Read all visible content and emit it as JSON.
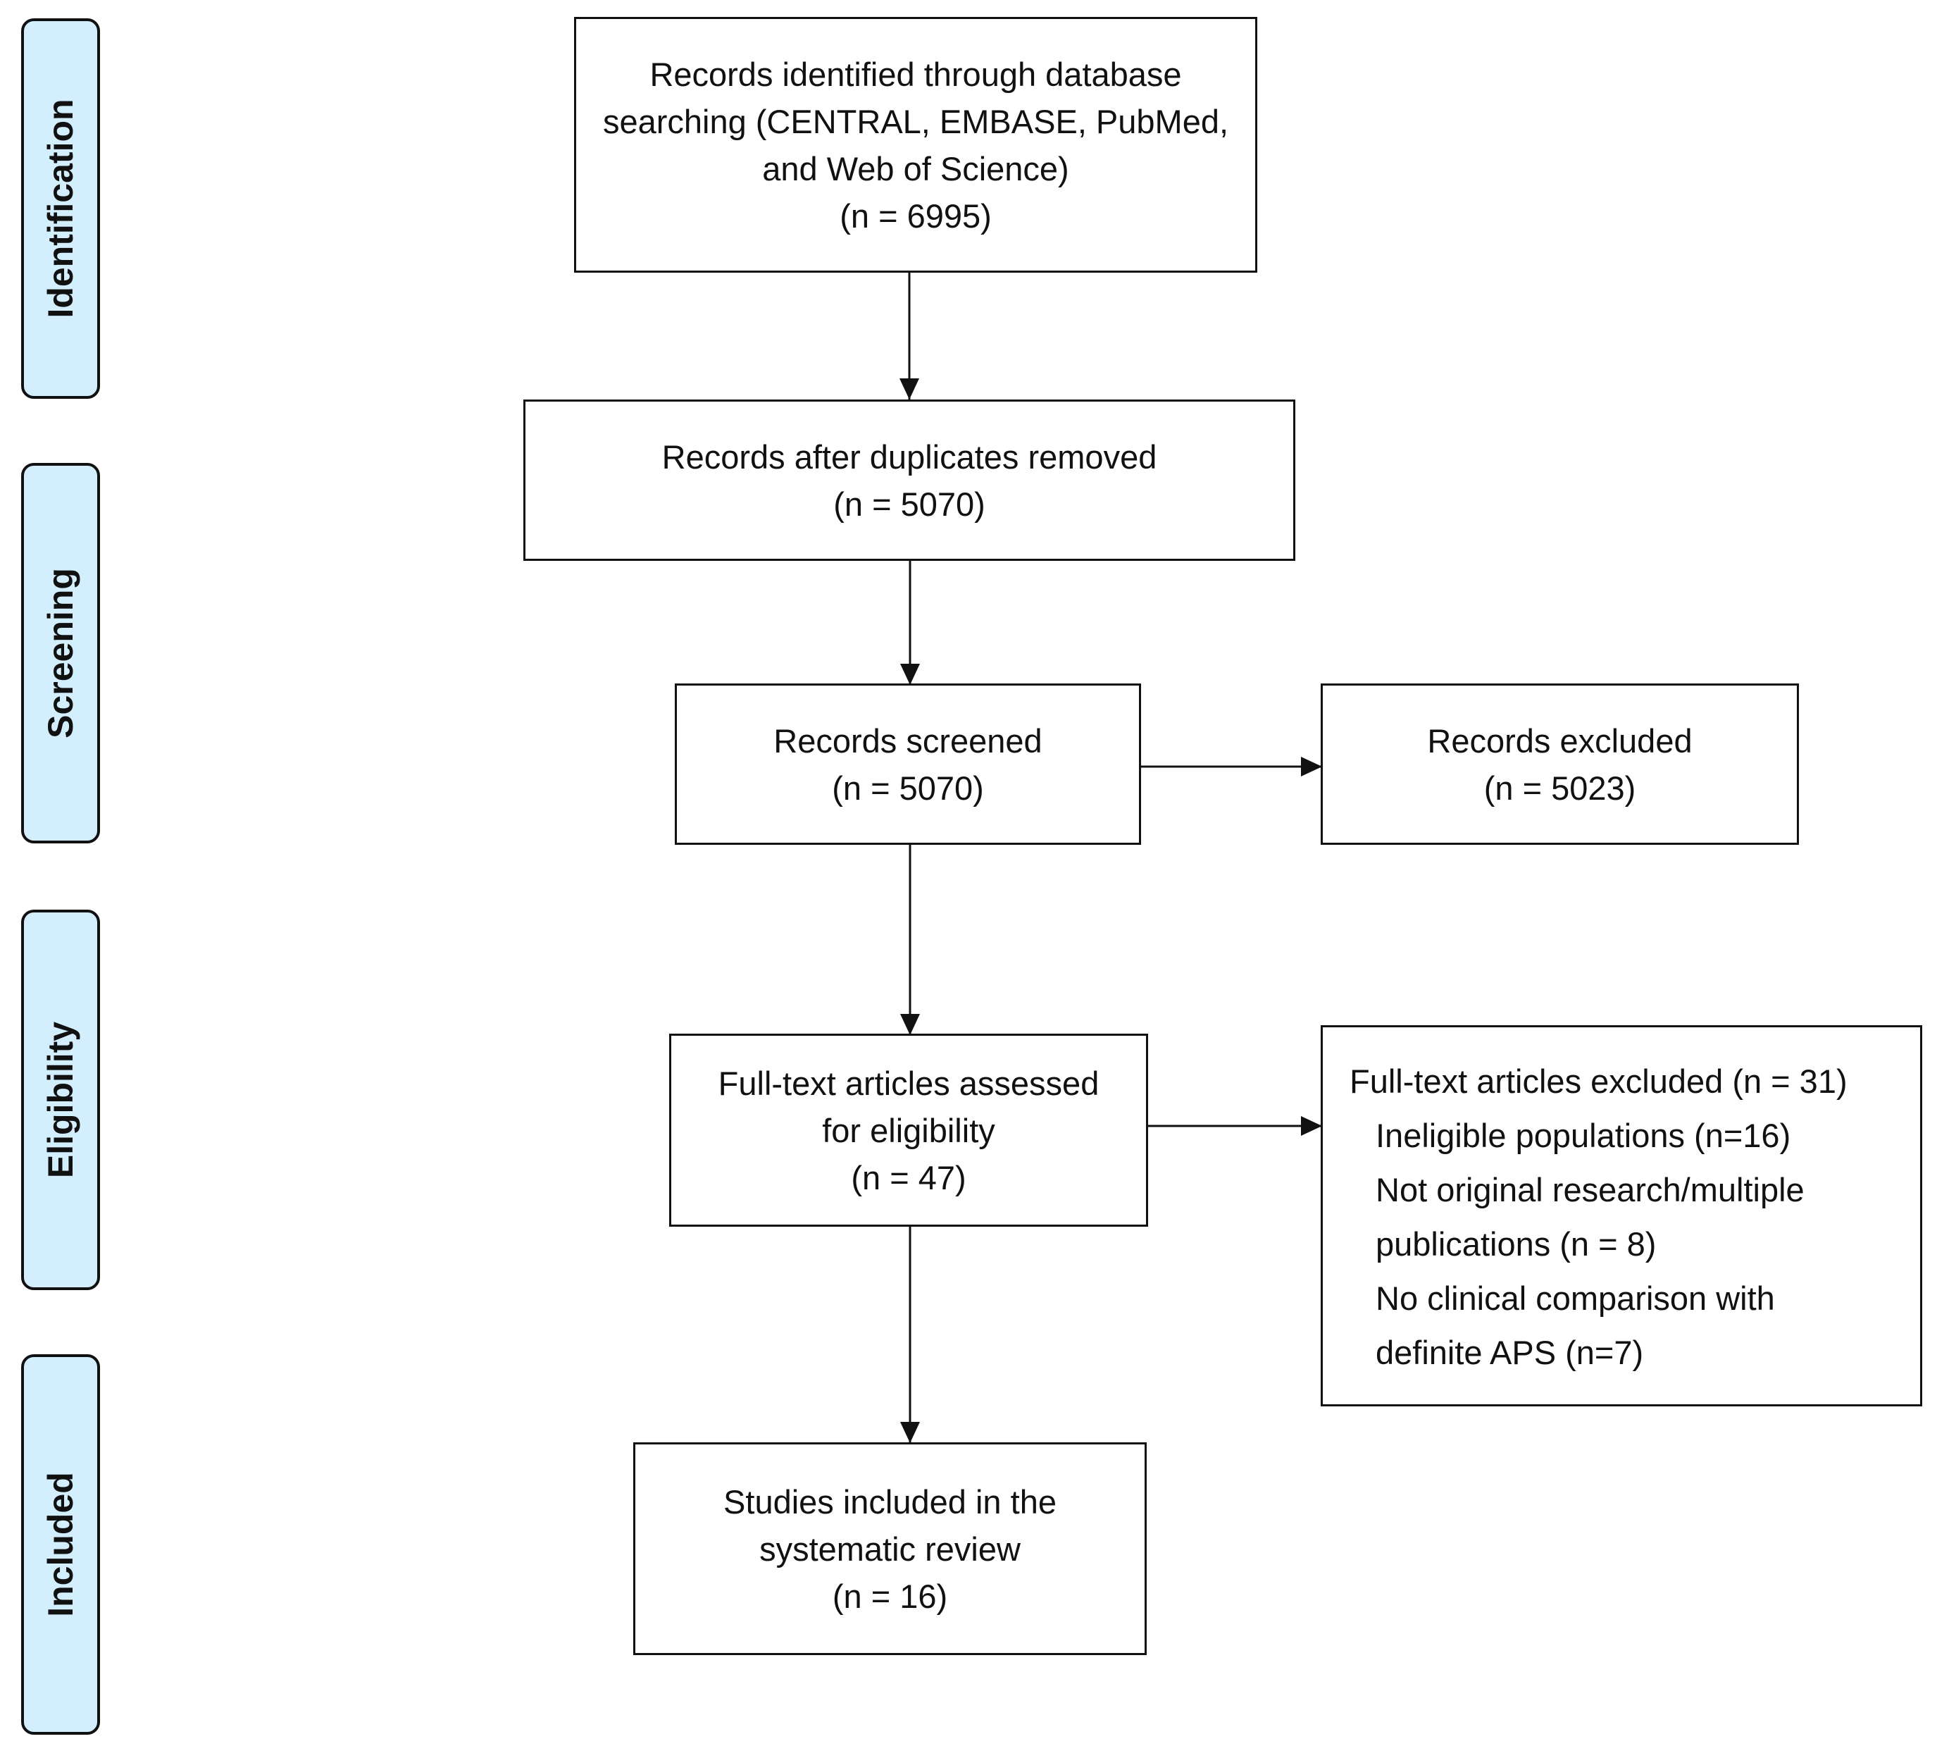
{
  "phases": {
    "identification": "Identification",
    "screening": "Screening",
    "eligibility": "Eligibility",
    "included": "Included"
  },
  "boxes": {
    "identified": {
      "line1": "Records identified through database",
      "line2": "searching (CENTRAL, EMBASE, PubMed,",
      "line3": "and Web of Science)",
      "line4": "(n = 6995)"
    },
    "deduplicated": {
      "line1": "Records after duplicates removed",
      "line2": "(n = 5070)"
    },
    "screened": {
      "line1": "Records screened",
      "line2": "(n = 5070)"
    },
    "excluded": {
      "line1": "Records excluded",
      "line2": "(n = 5023)"
    },
    "fulltext": {
      "line1": "Full-text articles assessed",
      "line2": "for eligibility",
      "line3": "(n = 47)"
    },
    "fulltext_excluded": {
      "heading": "Full-text articles excluded (n = 31)",
      "reason1": "Ineligible populations (n=16)",
      "reason2_line1": "Not original research/multiple",
      "reason2_line2": "publications (n = 8)",
      "reason3_line1": "No clinical comparison with",
      "reason3_line2": "definite APS (n=7)"
    },
    "included": {
      "line1": "Studies included in the",
      "line2": "systematic review",
      "line3": "(n = 16)"
    }
  }
}
